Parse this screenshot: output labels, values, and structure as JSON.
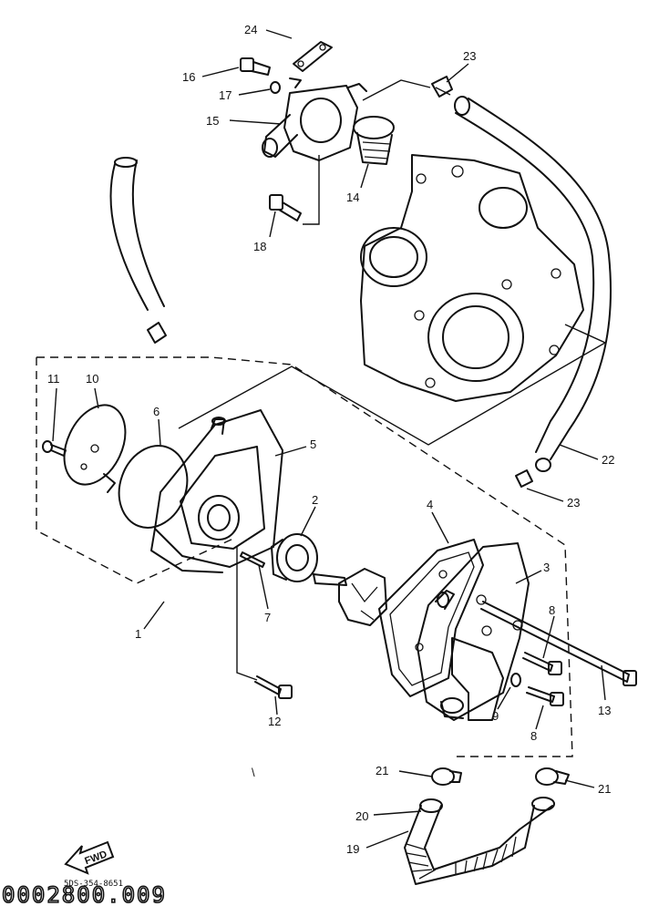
{
  "labels": [
    {
      "id": "p24",
      "text": "24"
    },
    {
      "id": "p23a",
      "text": "23"
    },
    {
      "id": "p16",
      "text": "16"
    },
    {
      "id": "p17",
      "text": "17"
    },
    {
      "id": "p15",
      "text": "15"
    },
    {
      "id": "p14",
      "text": "14"
    },
    {
      "id": "p18",
      "text": "18"
    },
    {
      "id": "p11",
      "text": "11"
    },
    {
      "id": "p10",
      "text": "10"
    },
    {
      "id": "p6",
      "text": "6"
    },
    {
      "id": "p5",
      "text": "5"
    },
    {
      "id": "p2",
      "text": "2"
    },
    {
      "id": "p22",
      "text": "22"
    },
    {
      "id": "p23b",
      "text": "23"
    },
    {
      "id": "p4",
      "text": "4"
    },
    {
      "id": "p3",
      "text": "3"
    },
    {
      "id": "p7",
      "text": "7"
    },
    {
      "id": "p1",
      "text": "1"
    },
    {
      "id": "p8a",
      "text": "8"
    },
    {
      "id": "p13",
      "text": "13"
    },
    {
      "id": "p9",
      "text": "9"
    },
    {
      "id": "p8b",
      "text": "8"
    },
    {
      "id": "p12",
      "text": "12"
    },
    {
      "id": "p21a",
      "text": "21"
    },
    {
      "id": "p21b",
      "text": "21"
    },
    {
      "id": "p20",
      "text": "20"
    },
    {
      "id": "p19",
      "text": "19"
    }
  ],
  "fwd_label": "FWD",
  "small_code": "5DS-354-8651",
  "diagram_code": "0002800.009",
  "stray_mark": "\\"
}
